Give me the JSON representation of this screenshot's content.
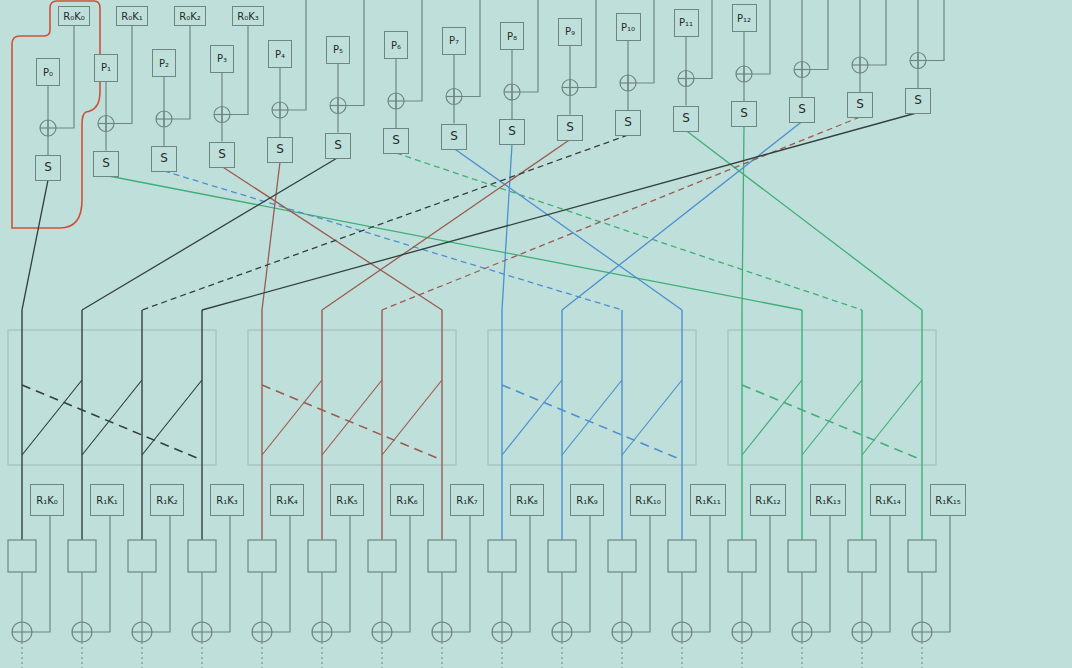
{
  "diagram": {
    "nodes": [
      {
        "text": [
          "R₀K₀"
        ]
      },
      {
        "text": [
          "R₀K₁"
        ]
      },
      {
        "text": [
          "R₀K₂"
        ]
      },
      {
        "text": [
          "R₀K₃"
        ]
      },
      {
        "text": [
          "P₀"
        ]
      },
      {
        "text": [
          "P₁"
        ]
      },
      {
        "text": [
          "P₂"
        ]
      },
      {
        "text": [
          "P₃"
        ]
      },
      {
        "text": [
          "P₄"
        ]
      },
      {
        "text": [
          "P₅"
        ]
      },
      {
        "text": [
          "P₆"
        ]
      },
      {
        "text": [
          "P₇"
        ]
      },
      {
        "text": [
          "P₈"
        ]
      },
      {
        "text": [
          "P₉"
        ]
      },
      {
        "text": [
          "P₁₀"
        ]
      },
      {
        "text": [
          "P₁₁"
        ]
      },
      {
        "text": [
          "P₁₂"
        ]
      },
      {
        "text": [
          "S"
        ]
      },
      {
        "text": [
          "S"
        ]
      },
      {
        "text": [
          "S"
        ]
      },
      {
        "text": [
          "S"
        ]
      },
      {
        "text": [
          "S"
        ]
      },
      {
        "text": [
          "S"
        ]
      },
      {
        "text": [
          "S"
        ]
      },
      {
        "text": [
          "S"
        ]
      },
      {
        "text": [
          "S"
        ]
      },
      {
        "text": [
          "S"
        ]
      },
      {
        "text": [
          "S"
        ]
      },
      {
        "text": [
          "S"
        ]
      },
      {
        "text": [
          "S"
        ]
      },
      {
        "text": [
          "S"
        ]
      },
      {
        "text": [
          "S"
        ]
      },
      {
        "text": [
          "S"
        ]
      },
      {
        "text": [
          "R₁K₀"
        ]
      },
      {
        "text": [
          "R₁K₁"
        ]
      },
      {
        "text": [
          "R₁K₂"
        ]
      },
      {
        "text": [
          "R₁K₃"
        ]
      },
      {
        "text": [
          "R₁K₄"
        ]
      },
      {
        "text": [
          "R₁K₅"
        ]
      },
      {
        "text": [
          "R₁K₆"
        ]
      },
      {
        "text": [
          "R₁K₇"
        ]
      },
      {
        "text": [
          "R₁K₈"
        ]
      },
      {
        "text": [
          "R₁K₉"
        ]
      },
      {
        "text": [
          "R₁K₁₀"
        ]
      },
      {
        "text": [
          "R₁K₁₁"
        ]
      },
      {
        "text": [
          "R₁K₁₂"
        ]
      },
      {
        "text": [
          "R₁K₁₃"
        ]
      },
      {
        "text": [
          "R₁K₁₄"
        ]
      },
      {
        "text": [
          "R₁K₁₅"
        ]
      }
    ],
    "edges": [
      {
        "from": 4,
        "to": 17,
        "arrow": "none"
      },
      {
        "from": 5,
        "to": 18,
        "arrow": "none"
      },
      {
        "from": 6,
        "to": 19,
        "arrow": "none"
      },
      {
        "from": 7,
        "to": 20,
        "arrow": "none"
      },
      {
        "from": 8,
        "to": 21,
        "arrow": "none"
      },
      {
        "from": 9,
        "to": 22,
        "arrow": "none"
      },
      {
        "from": 10,
        "to": 23,
        "arrow": "none"
      },
      {
        "from": 11,
        "to": 24,
        "arrow": "none"
      },
      {
        "from": 12,
        "to": 25,
        "arrow": "none"
      },
      {
        "from": 13,
        "to": 26,
        "arrow": "none"
      },
      {
        "from": 14,
        "to": 27,
        "arrow": "none"
      },
      {
        "from": 15,
        "to": 28,
        "arrow": "none"
      },
      {
        "from": 16,
        "to": 29,
        "arrow": "none"
      }
    ]
  }
}
